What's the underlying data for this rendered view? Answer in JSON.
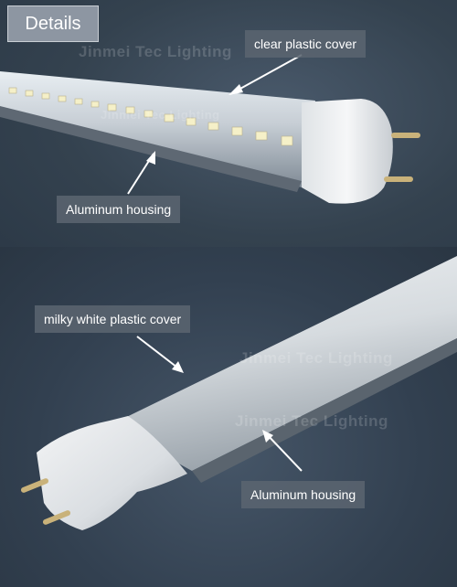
{
  "header": {
    "title": "Details"
  },
  "watermark": {
    "text": "Jinmei Tec Lighting"
  },
  "top_tube": {
    "cover_label": "clear plastic cover",
    "housing_label": "Aluminum housing"
  },
  "bottom_tube": {
    "cover_label": "milky white plastic cover",
    "housing_label": "Aluminum housing"
  }
}
